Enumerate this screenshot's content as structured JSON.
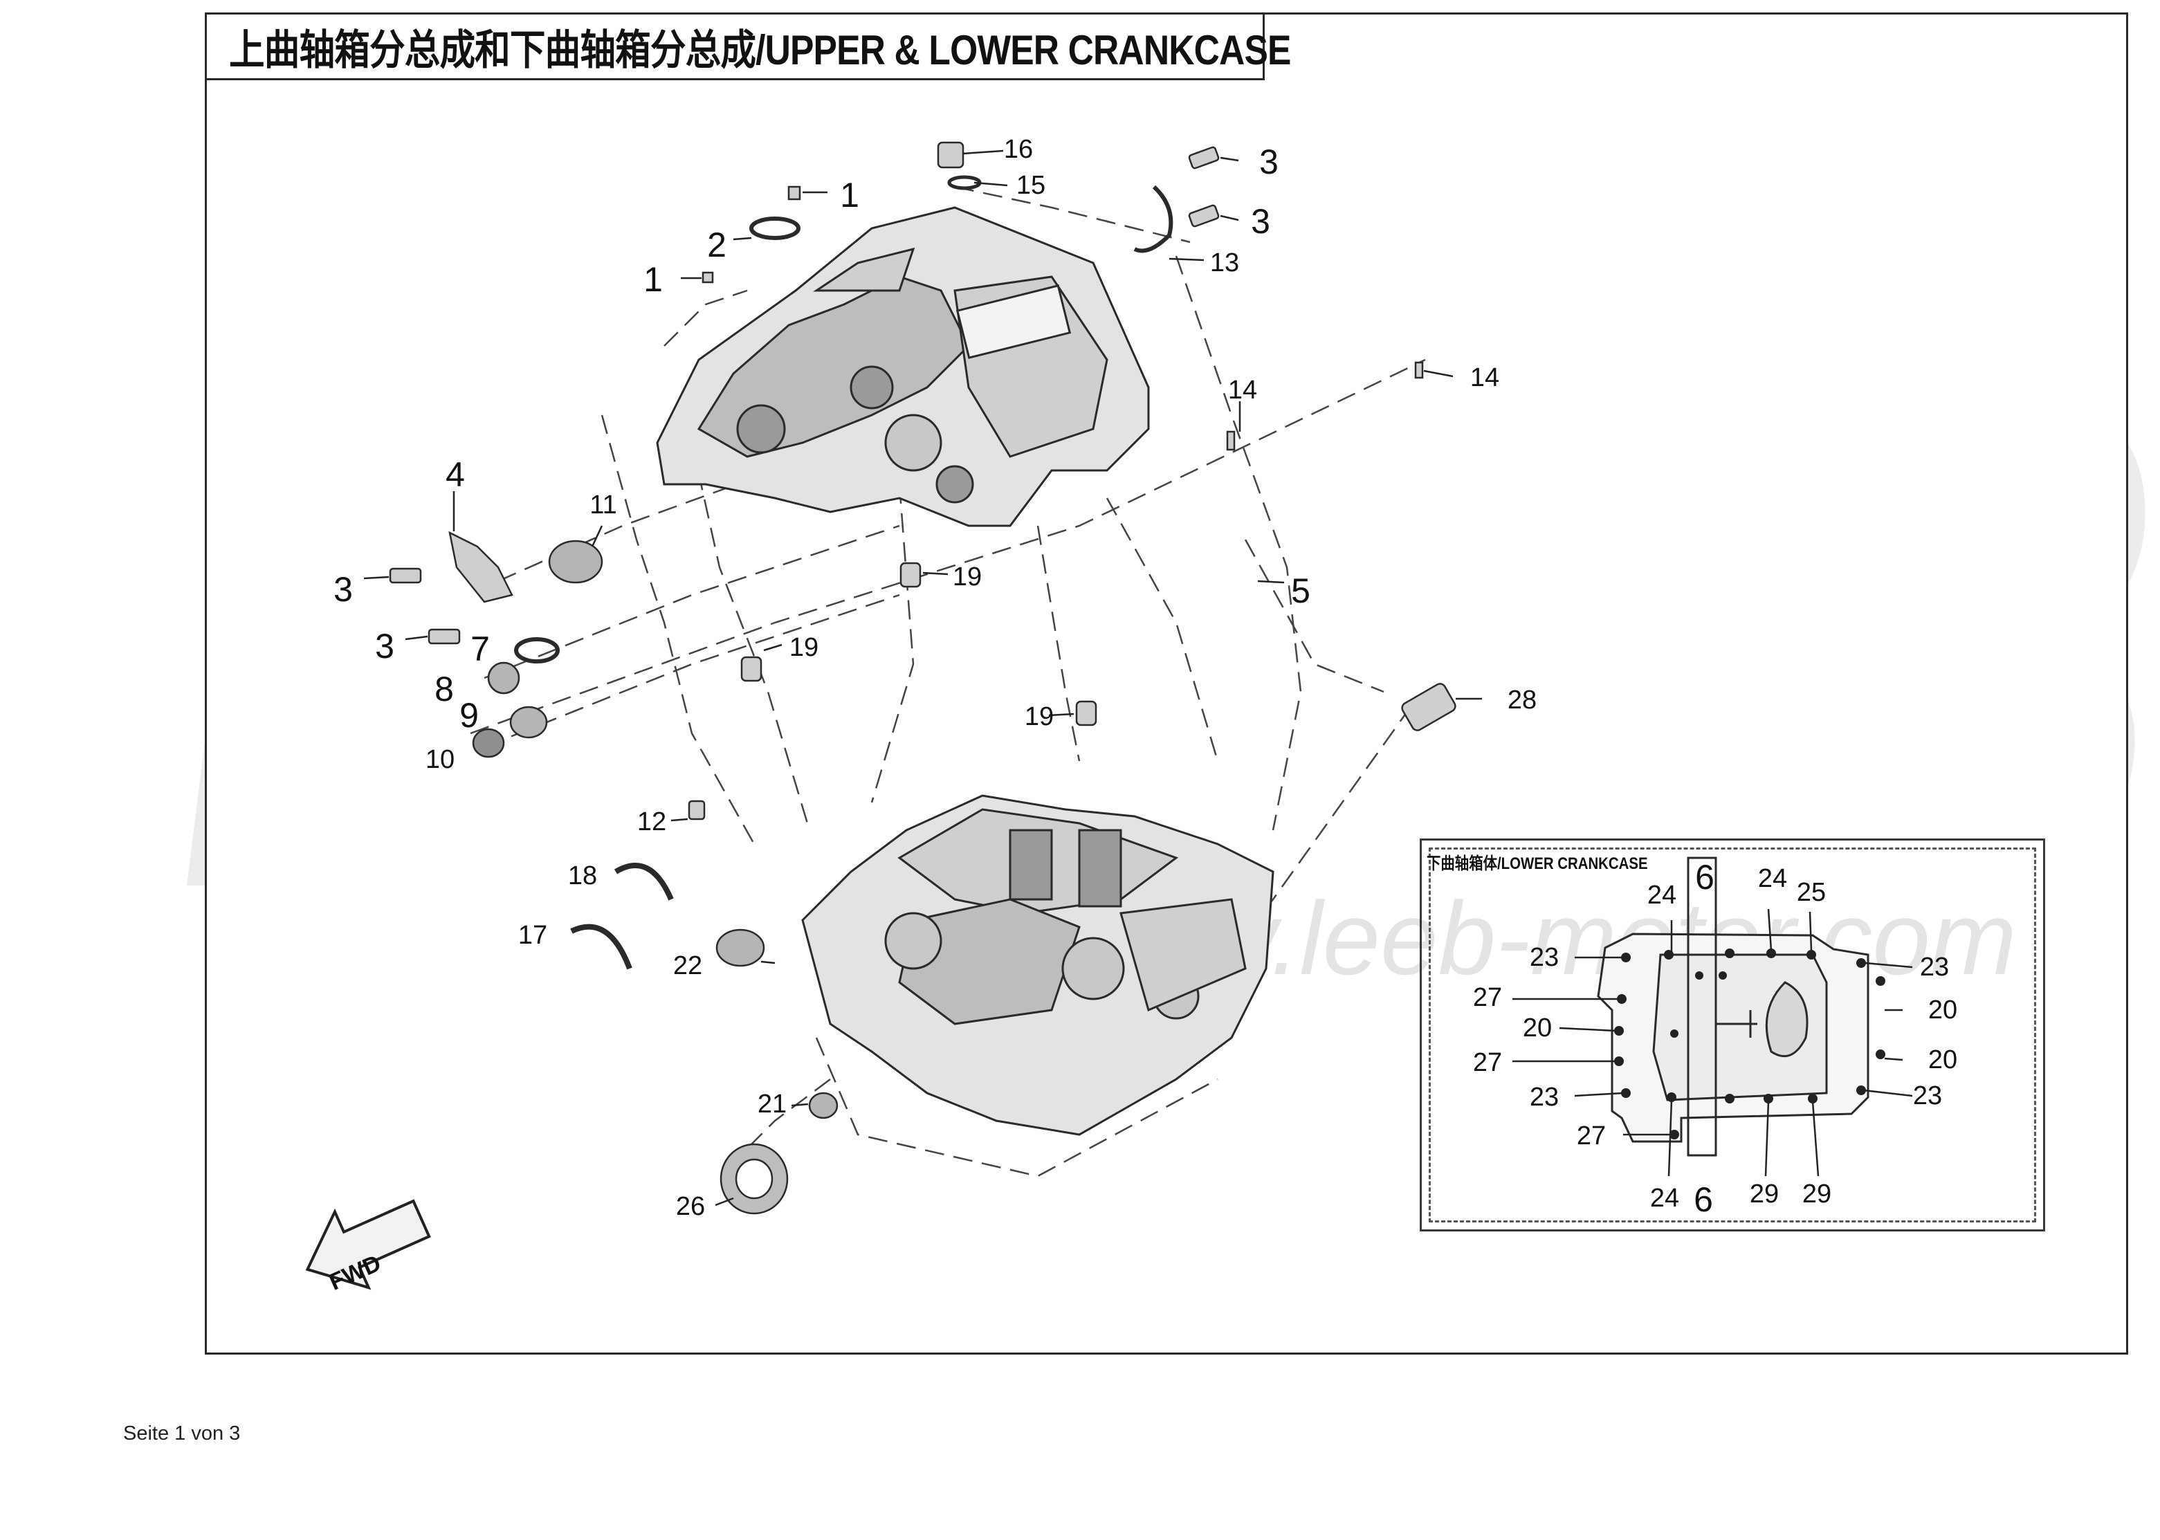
{
  "diagram": {
    "title": "上曲轴箱分总成和下曲轴箱分总成/UPPER & LOWER CRANKCASE",
    "inset_title": "下曲轴箱体/LOWER CRANKCASE",
    "watermark": "www.leeb-motor.com",
    "fwd_label": "FWD",
    "callouts": [
      {
        "id": "c16",
        "text": "16"
      },
      {
        "id": "c15",
        "text": "15"
      },
      {
        "id": "c1a",
        "text": "1"
      },
      {
        "id": "c2",
        "text": "2"
      },
      {
        "id": "c1b",
        "text": "1"
      },
      {
        "id": "c3a",
        "text": "3"
      },
      {
        "id": "c3b",
        "text": "3"
      },
      {
        "id": "c13",
        "text": "13"
      },
      {
        "id": "c14a",
        "text": "14"
      },
      {
        "id": "c14b",
        "text": "14"
      },
      {
        "id": "c4",
        "text": "4"
      },
      {
        "id": "c11",
        "text": "11"
      },
      {
        "id": "c3c",
        "text": "3"
      },
      {
        "id": "c19a",
        "text": "19"
      },
      {
        "id": "c5",
        "text": "5"
      },
      {
        "id": "c3d",
        "text": "3"
      },
      {
        "id": "c7",
        "text": "7"
      },
      {
        "id": "c19b",
        "text": "19"
      },
      {
        "id": "c8",
        "text": "8"
      },
      {
        "id": "c28",
        "text": "28"
      },
      {
        "id": "c9",
        "text": "9"
      },
      {
        "id": "c19c",
        "text": "19"
      },
      {
        "id": "c10",
        "text": "10"
      },
      {
        "id": "c12",
        "text": "12"
      },
      {
        "id": "c18",
        "text": "18"
      },
      {
        "id": "c17",
        "text": "17"
      },
      {
        "id": "c22",
        "text": "22"
      },
      {
        "id": "c21",
        "text": "21"
      },
      {
        "id": "c26",
        "text": "26"
      }
    ],
    "inset_callouts": [
      {
        "id": "i6a",
        "text": "6"
      },
      {
        "id": "i24a",
        "text": "24"
      },
      {
        "id": "i24b",
        "text": "24"
      },
      {
        "id": "i25",
        "text": "25"
      },
      {
        "id": "i23a",
        "text": "23"
      },
      {
        "id": "i23b",
        "text": "23"
      },
      {
        "id": "i27a",
        "text": "27"
      },
      {
        "id": "i20a",
        "text": "20"
      },
      {
        "id": "i20b",
        "text": "20"
      },
      {
        "id": "i27b",
        "text": "27"
      },
      {
        "id": "i20c",
        "text": "20"
      },
      {
        "id": "i23c",
        "text": "23"
      },
      {
        "id": "i23d",
        "text": "23"
      },
      {
        "id": "i27c",
        "text": "27"
      },
      {
        "id": "i24c",
        "text": "24"
      },
      {
        "id": "i6b",
        "text": "6"
      },
      {
        "id": "i29a",
        "text": "29"
      },
      {
        "id": "i29b",
        "text": "29"
      }
    ]
  },
  "footer": {
    "page_label": "Seite 1 von 3"
  },
  "colors": {
    "line": "#2a2a2a",
    "part_fill": "#d9d9d9",
    "part_shade": "#9a9a9a",
    "watermark": "#ececec"
  },
  "icons": [
    "fwd-arrow-icon",
    "leeb-watermark-logo"
  ]
}
